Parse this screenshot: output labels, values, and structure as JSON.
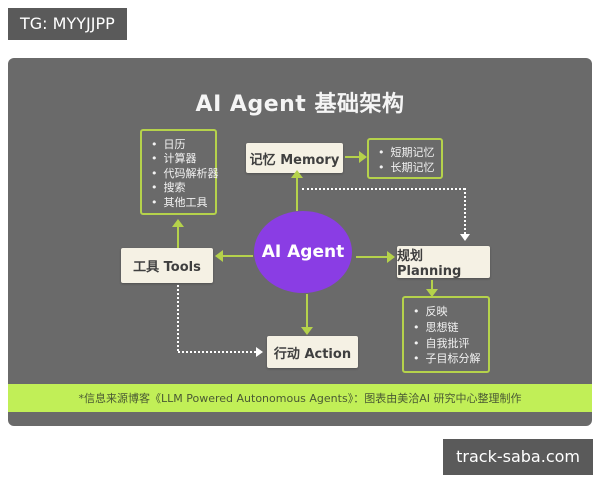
{
  "badges": {
    "top_left": "TG: MYYJJPP",
    "bottom_right": "track-saba.com"
  },
  "diagram": {
    "title": "AI Agent 基础架构",
    "center_label": "AI Agent",
    "nodes": {
      "memory": "记忆 Memory",
      "tools": "工具 Tools",
      "planning": "规划 Planning",
      "action": "行动 Action"
    },
    "tool_list": [
      "日历",
      "计算器",
      "代码解析器",
      "搜索",
      "其他工具"
    ],
    "memory_list": [
      "短期记忆",
      "长期记忆"
    ],
    "planning_list": [
      "反映",
      "思想链",
      "自我批评",
      "子目标分解"
    ],
    "footnote": "*信息来源博客《LLM Powered Autonomous Agents》：图表由美洽AI 研究中心整理制作"
  },
  "colors": {
    "panel_gray": "#6a6a6a",
    "badge_gray": "#5a5a5a",
    "accent_green": "#b5d24b",
    "footer_green": "#c1ef57",
    "node_cream": "#f5f1e4",
    "agent_purple": "#8a3de4",
    "dark_text": "#3f3f3f",
    "white_text": "#ffffff"
  }
}
